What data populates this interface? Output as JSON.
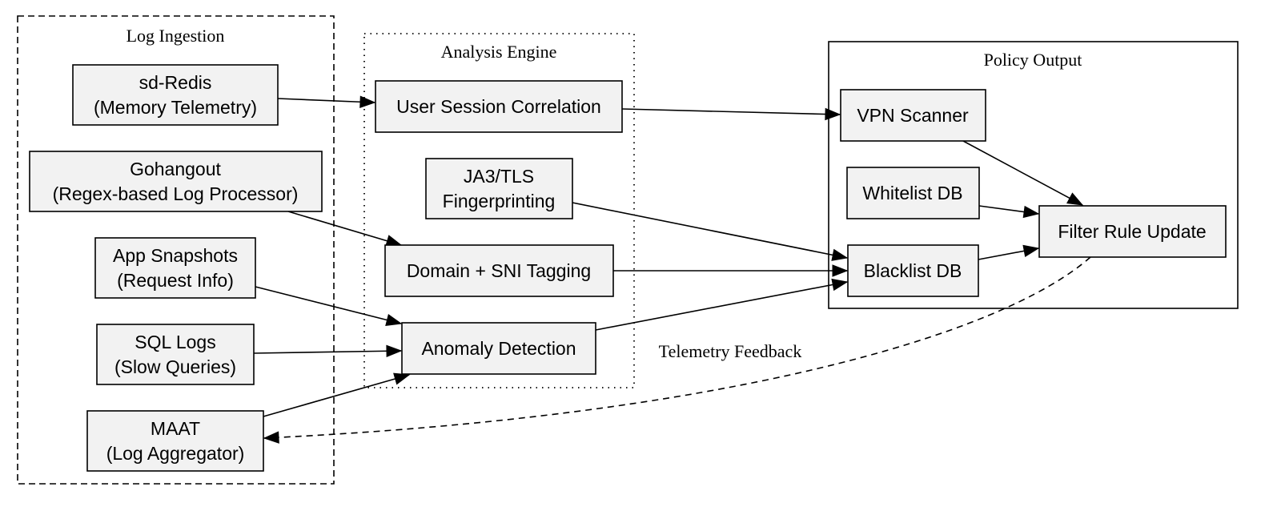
{
  "clusters": {
    "log_ingestion": "Log Ingestion",
    "analysis_engine": "Analysis Engine",
    "policy_output": "Policy Output"
  },
  "nodes": {
    "sd_redis": [
      "sd-Redis",
      "(Memory Telemetry)"
    ],
    "gohangout": [
      "Gohangout",
      "(Regex-based Log Processor)"
    ],
    "app_snapshots": [
      "App Snapshots",
      "(Request Info)"
    ],
    "sql_logs": [
      "SQL Logs",
      "(Slow Queries)"
    ],
    "maat": [
      "MAAT",
      "(Log Aggregator)"
    ],
    "user_session": [
      "User Session Correlation"
    ],
    "ja3_tls": [
      "JA3/TLS",
      "Fingerprinting"
    ],
    "domain_sni": [
      "Domain + SNI Tagging"
    ],
    "anomaly": [
      "Anomaly Detection"
    ],
    "vpn_scanner": [
      "VPN Scanner"
    ],
    "whitelist": [
      "Whitelist DB"
    ],
    "blacklist": [
      "Blacklist DB"
    ],
    "filter_rule": [
      "Filter Rule Update"
    ]
  },
  "edges": [
    {
      "from": "sd_redis",
      "to": "user_session"
    },
    {
      "from": "gohangout",
      "to": "domain_sni"
    },
    {
      "from": "app_snapshots",
      "to": "anomaly"
    },
    {
      "from": "sql_logs",
      "to": "anomaly"
    },
    {
      "from": "maat",
      "to": "anomaly"
    },
    {
      "from": "user_session",
      "to": "vpn_scanner"
    },
    {
      "from": "ja3_tls",
      "to": "blacklist"
    },
    {
      "from": "domain_sni",
      "to": "blacklist"
    },
    {
      "from": "anomaly",
      "to": "blacklist"
    },
    {
      "from": "vpn_scanner",
      "to": "filter_rule"
    },
    {
      "from": "whitelist",
      "to": "filter_rule"
    },
    {
      "from": "blacklist",
      "to": "filter_rule"
    },
    {
      "from": "filter_rule",
      "to": "maat",
      "style": "dashed",
      "label": "Telemetry Feedback"
    }
  ]
}
